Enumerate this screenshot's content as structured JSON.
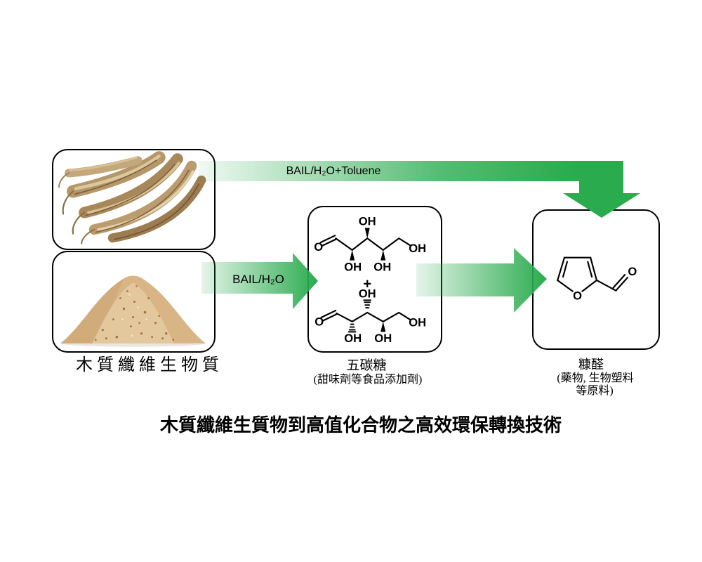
{
  "title": "木質纖維生質物到高值化合物之高效環保轉換技術",
  "colors": {
    "arrow_green": "#2aab4e",
    "box_border": "#000000",
    "fiber_tan": "#b5976a",
    "sawdust_tan": "#d9b586"
  },
  "arrows": {
    "toluene_route": {
      "label": "BAIL/H₂O+Toluene"
    },
    "water_route": {
      "label": "BAIL/H₂O"
    }
  },
  "boxes": {
    "biomass": {
      "caption": "木質纖維生物質"
    },
    "pentose": {
      "caption": "五碳糖",
      "subcaption": "(甜味劑等食品添加劑)"
    },
    "furfural": {
      "caption": "糠醛",
      "subcaption_line1": "(藥物, 生物塑料",
      "subcaption_line2": "等原料)"
    }
  },
  "molecules": {
    "labels": {
      "hydroxyl": "OH",
      "oxygen": "O",
      "plus": "+"
    }
  }
}
